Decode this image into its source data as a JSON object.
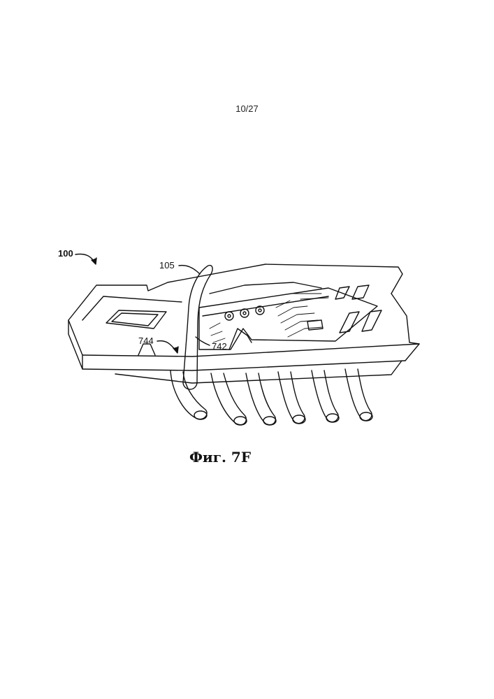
{
  "page": {
    "number": "10/27"
  },
  "figure": {
    "caption": "Фиг. 7F",
    "labels": {
      "device": "100",
      "strap": "105",
      "part_742": "742",
      "part_744": "744"
    }
  },
  "colors": {
    "ink": "#111111",
    "paper": "#ffffff"
  }
}
